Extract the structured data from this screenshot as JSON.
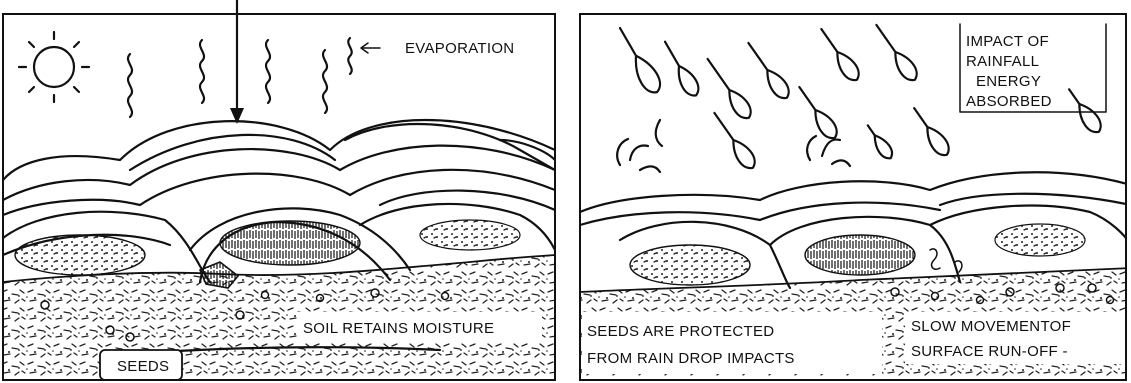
{
  "left_panel": {
    "evaporation_label": "EVAPORATION",
    "soil_label": "SOIL RETAINS MOISTURE",
    "seeds_label": "SEEDS"
  },
  "right_panel": {
    "impact_label_lines": [
      "IMPACT OF",
      "RAINFALL",
      "ENERGY",
      "ABSORBED"
    ],
    "seeds_label_lines": [
      "SEEDS ARE PROTECTED",
      "FROM RAIN DROP IMPACTS"
    ],
    "runoff_label_lines": [
      "SLOW MOVEMENTOF",
      "SURFACE RUN-OFF -"
    ]
  }
}
